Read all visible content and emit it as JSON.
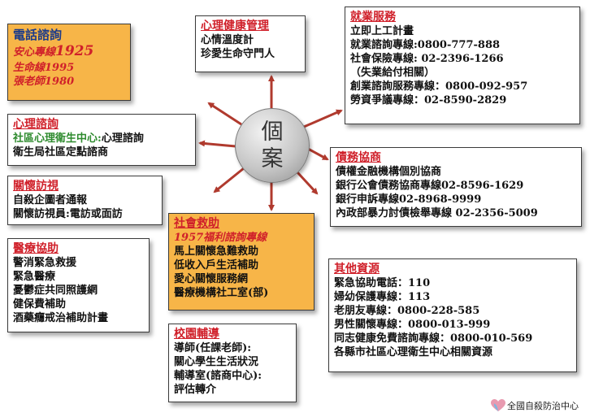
{
  "center": {
    "label_line1": "個",
    "label_line2": "案"
  },
  "phone": {
    "title": "電話諮詢",
    "line1_text": "安心專線",
    "line1_num": "1925",
    "line2": "生命線1995",
    "line3": "張老師1980"
  },
  "mental_health": {
    "title": "心理健康管理",
    "items": [
      "心情溫度計",
      "珍愛生命守門人"
    ]
  },
  "employment": {
    "title": "就業服務",
    "items": [
      "立即上工計畫",
      "就業諮詢專線:0800-777-888",
      "社會保險專線: 02-2396-1266",
      "（失業給付相關）",
      "創業諮詢服務專線：0800-092-957",
      "勞資爭議專線：02-8590-2829"
    ]
  },
  "counseling": {
    "title": "心理諮詢",
    "line1_green": "社區心理衛生中心:",
    "line1_rest": "心理諮詢",
    "line2": "衛生局社區定點諮商"
  },
  "debt": {
    "title": "債務協商",
    "items": [
      "債權金融機構個別協商",
      "銀行公會債務協商專線02-8596-1629",
      "銀行申訴專線02-8968-9999",
      "內政部暴力討債檢舉專線 02-2356-5009"
    ]
  },
  "care_visit": {
    "title": "關懷訪視",
    "items": [
      "自殺企圖者通報",
      "關懷訪視員:電訪或面訪"
    ]
  },
  "medical": {
    "title": "醫療協助",
    "items": [
      "警消緊急救援",
      "緊急醫療",
      "憂鬱症共同照護網",
      "健保費補助",
      "酒藥癮戒治補助計畫"
    ]
  },
  "social": {
    "title": "社會救助",
    "hotline": "1957福利諮詢專線",
    "items": [
      "馬上關懷急難救助",
      "低收入戶生活補助",
      "愛心關懷服務網",
      "醫療機構社工室(部)"
    ]
  },
  "campus": {
    "title": "校園輔導",
    "items": [
      "導師(任課老師):",
      "關心學生生活狀況",
      "輔導室(諮商中心):",
      "評估轉介"
    ]
  },
  "other": {
    "title": "其他資源",
    "items": [
      "緊急協助電話：110",
      "婦幼保護專線：113",
      "老朋友專線：0800-228-585",
      "男性關懷專線：0800-013-999",
      "同志健康免費諮詢專線：0800-010-569",
      "各縣市社區心理衛生中心相關資源"
    ]
  },
  "logo": {
    "text": "全國自殺防治中心"
  }
}
